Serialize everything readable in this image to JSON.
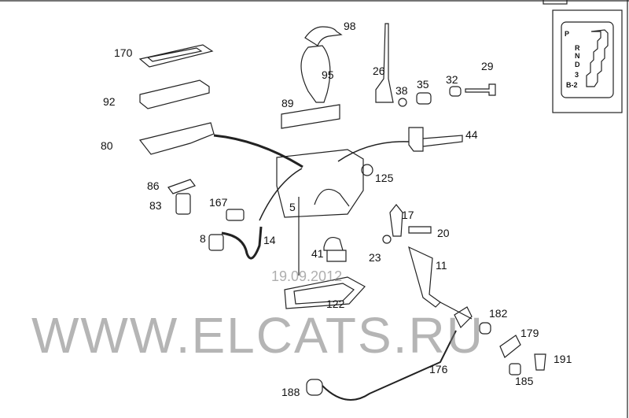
{
  "diagram": {
    "watermark": "WWW.ELCATS.RU",
    "date": "19.09.2012",
    "part_labels": [
      "98",
      "170",
      "95",
      "26",
      "29",
      "38",
      "35",
      "32",
      "92",
      "89",
      "44",
      "80",
      "125",
      "86",
      "167",
      "5",
      "83",
      "17",
      "20",
      "8",
      "14",
      "41",
      "23",
      "11",
      "122",
      "182",
      "179",
      "191",
      "176",
      "185",
      "188"
    ],
    "gear_positions": [
      "P",
      "R",
      "N",
      "D",
      "3",
      "B-2"
    ]
  }
}
